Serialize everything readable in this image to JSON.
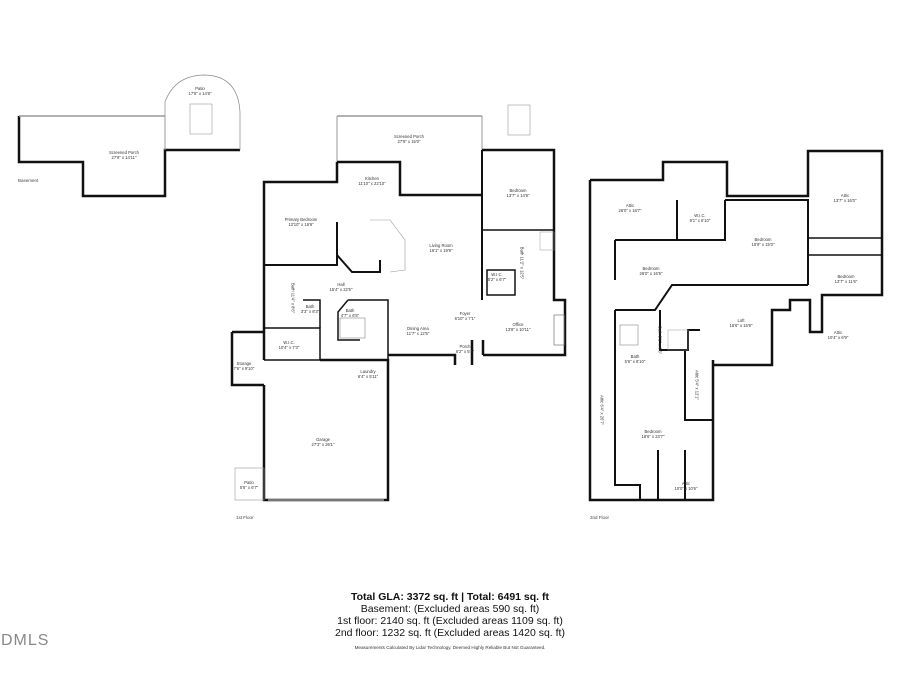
{
  "floors": {
    "basement": {
      "label": "Basement",
      "rooms": [
        {
          "name": "Patio",
          "dims": "17'6\" x 14'8\""
        },
        {
          "name": "Screened Porch",
          "dims": "27'9\" x 14'11\""
        }
      ]
    },
    "first": {
      "label": "1st Floor",
      "rooms": [
        {
          "name": "Screened Porch",
          "dims": "27'9\" x 15'0\""
        },
        {
          "name": "Kitchen",
          "dims": "11'10\" x 22'10\""
        },
        {
          "name": "Bedroom",
          "dims": "13'7\" x 14'9\""
        },
        {
          "name": "Primary Bedroom",
          "dims": "13'10\" x 16'6\""
        },
        {
          "name": "Living Room",
          "dims": "16'1\" x 19'9\""
        },
        {
          "name": "Hall",
          "dims": "15'4\" x 22'5\""
        },
        {
          "name": "Bath",
          "dims": "11'4\" x 8'6\"",
          "note": "Primary Bath"
        },
        {
          "name": "Bath",
          "dims": "3'3\" x 8'3\""
        },
        {
          "name": "Bath",
          "dims": "4'7\" x 6'5\""
        },
        {
          "name": "Bath",
          "dims": "11'2\" x 12'5\"",
          "note": "rotated"
        },
        {
          "name": "W.I.C.",
          "dims": "5'2\" x 6'7\""
        },
        {
          "name": "W.I.C.",
          "dims": "10'4\" x 7'3\""
        },
        {
          "name": "Storage",
          "dims": "7'6\" x 9'10\""
        },
        {
          "name": "Dining Area",
          "dims": "11'7\" x 12'5\""
        },
        {
          "name": "Foyer",
          "dims": "6'10\" x 7'1\""
        },
        {
          "name": "Porch",
          "dims": "6'2\" x 5'4\""
        },
        {
          "name": "Office",
          "dims": "13'8\" x 10'11\""
        },
        {
          "name": "Laundry",
          "dims": "6'4\" x 5'11\""
        },
        {
          "name": "Garage",
          "dims": "27'3\" x 26'1\""
        },
        {
          "name": "Patio",
          "dims": "5'6\" x 6'7\""
        }
      ]
    },
    "second": {
      "label": "2nd Floor",
      "rooms": [
        {
          "name": "Attic",
          "dims": "26'0\" x 18'7\""
        },
        {
          "name": "W.I.C.",
          "dims": "9'1\" x 6'10\""
        },
        {
          "name": "Bedroom",
          "dims": "15'9\" x 15'0\""
        },
        {
          "name": "Attic",
          "dims": "13'7\" x 16'0\""
        },
        {
          "name": "Bedroom",
          "dims": "26'0\" x 16'5\""
        },
        {
          "name": "Bedroom",
          "dims": "13'7\" x 11'6\""
        },
        {
          "name": "Loft",
          "dims": "18'6\" x 15'9\""
        },
        {
          "name": "Attic",
          "dims": "10'4\" x 6'9\""
        },
        {
          "name": "Bath",
          "dims": "5'6\" x 8'10\""
        },
        {
          "name": "Bath",
          "dims": "5'1\" x 6'6\"",
          "note": "rotated"
        },
        {
          "name": "Attic",
          "dims": "5'4\" x 12'1\"",
          "note": "rotated"
        },
        {
          "name": "Attic",
          "dims": "6'4\" x 26'7\"",
          "note": "rotated"
        },
        {
          "name": "Bedroom",
          "dims": "18'6\" x 23'7\""
        },
        {
          "name": "Attic",
          "dims": "10'0\" x 10'6\""
        }
      ]
    }
  },
  "summary": {
    "total": "Total GLA: 3372 sq. ft | Total: 6491 sq. ft",
    "basement": "Basement: (Excluded areas 590 sq. ft)",
    "first": "1st floor: 2140 sq. ft (Excluded areas 1109 sq. ft)",
    "second": "2nd floor: 1232 sq. ft (Excluded areas 1420 sq. ft)",
    "disclaimer": "Measurements Calculated By Lidar Technology. Deemed Highly Reliable But Not Guaranteed."
  },
  "watermark": "DMLS",
  "colors": {
    "wall": "#111111",
    "window": "#bbbbbb",
    "text": "#222222"
  }
}
